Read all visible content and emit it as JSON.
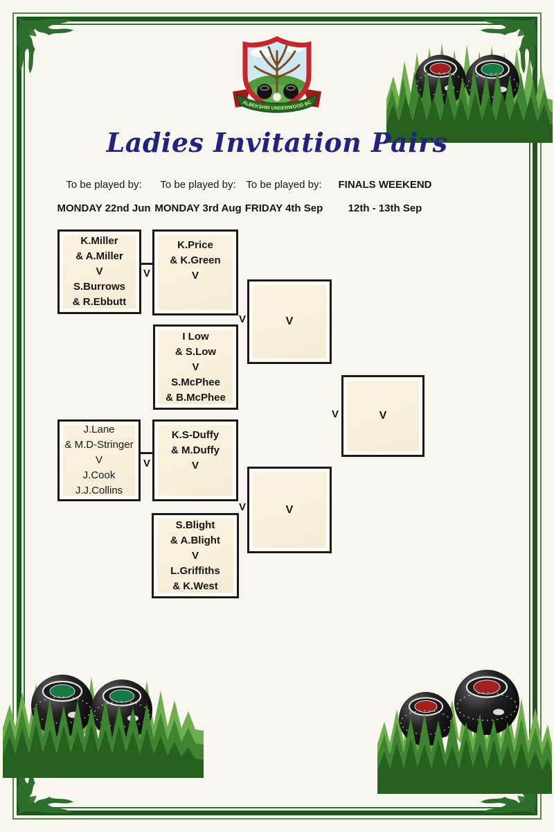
{
  "title": "Ladies Invitation Pairs",
  "crest": {
    "banner_text": "ALBEKSHIR UNDERWOOD BC"
  },
  "columns": [
    {
      "line1": "To be played by:",
      "line2": "MONDAY 22nd Jun"
    },
    {
      "line1": "To be played by:",
      "line2": "MONDAY 3rd Aug"
    },
    {
      "line1": "To be played by:",
      "line2": "FRIDAY 4th Sep"
    },
    {
      "line1": "FINALS WEEKEND",
      "line2": "12th - 13th Sep"
    }
  ],
  "bracket": {
    "round1": [
      {
        "lines": [
          "K.Miller",
          "& A.Miller",
          "V",
          "S.Burrows",
          "& R.Ebbutt"
        ]
      },
      {
        "lines": [
          "J.Lane",
          "& M.D-Stringer",
          "V",
          "J.Cook",
          "J.J.Collins"
        ]
      }
    ],
    "round2": [
      {
        "lines": [
          "K.Price",
          "& K.Green",
          "V"
        ]
      },
      {
        "lines": [
          "I Low",
          "& S.Low",
          "V",
          "S.McPhee",
          "& B.McPhee"
        ]
      },
      {
        "lines": [
          "K.S-Duffy",
          "& M.Duffy",
          "V"
        ]
      },
      {
        "lines": [
          "S.Blight",
          "& A.Blight",
          "V",
          "L.Griffiths",
          "& K.West"
        ]
      }
    ],
    "semifinals": [
      {
        "placeholder": "V"
      },
      {
        "placeholder": "V"
      }
    ],
    "final": {
      "placeholder": "V"
    },
    "versus": "V"
  },
  "colors": {
    "border_green": "#1d571f",
    "title_navy": "#22227f",
    "box_border": "#1a1a1a",
    "box_fill": "#f7f0dd",
    "disc_red": "#a41f1f",
    "disc_green": "#157a45"
  }
}
